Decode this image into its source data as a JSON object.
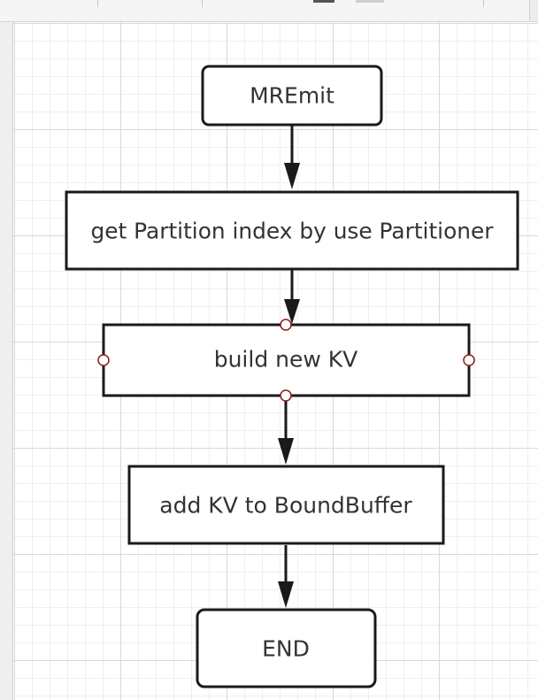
{
  "diagram": {
    "nodes": [
      {
        "id": "mremit",
        "label": "MREmit",
        "shape": "rounded"
      },
      {
        "id": "get-partition",
        "label": "get Partition index by use Partitioner",
        "shape": "rect"
      },
      {
        "id": "build-kv",
        "label": "build new KV",
        "shape": "rect",
        "selected": true
      },
      {
        "id": "add-kv",
        "label": "add KV to BoundBuffer",
        "shape": "rect"
      },
      {
        "id": "end",
        "label": "END",
        "shape": "rounded"
      }
    ],
    "edges": [
      {
        "from": "mremit",
        "to": "get-partition"
      },
      {
        "from": "get-partition",
        "to": "build-kv"
      },
      {
        "from": "build-kv",
        "to": "add-kv"
      },
      {
        "from": "add-kv",
        "to": "end"
      }
    ]
  },
  "colors": {
    "stroke": "#1a1a1a",
    "text": "#333333",
    "selection_handle": "#8b1a1a",
    "grid": "#d9d9d9"
  }
}
